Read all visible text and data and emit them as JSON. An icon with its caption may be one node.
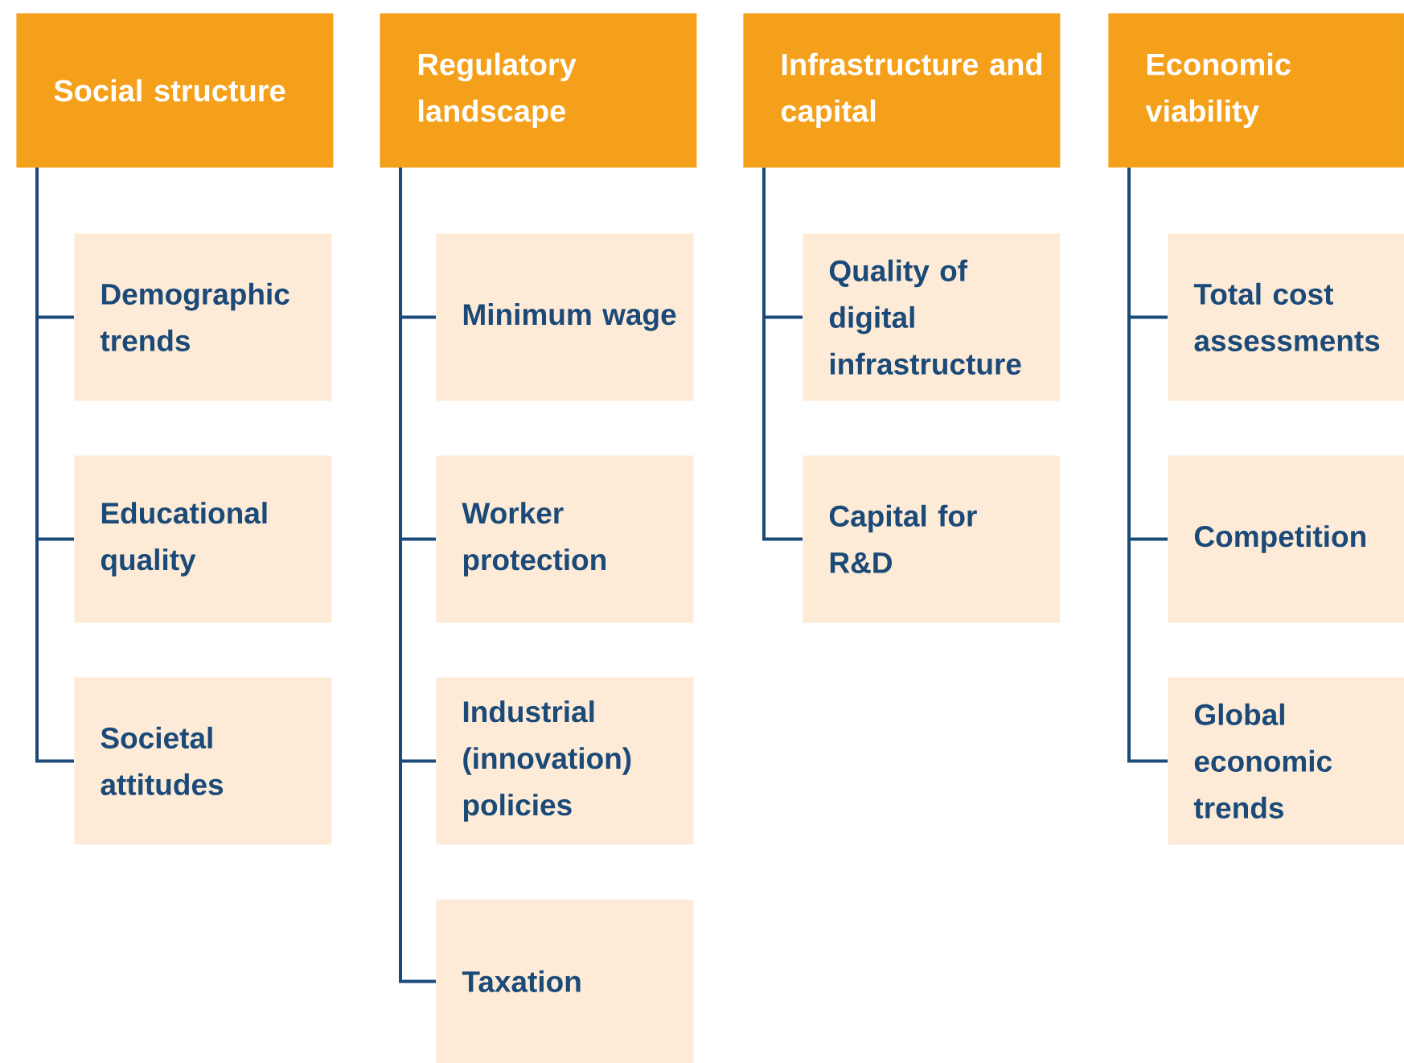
{
  "diagram": {
    "nodes": [
      {
        "text": [
          "Social structure"
        ]
      },
      {
        "text": [
          "Demographic trends"
        ]
      },
      {
        "text": [
          "Educational quality"
        ]
      },
      {
        "text": [
          "Societal attitudes"
        ]
      },
      {
        "text": [
          "Regulatory landscape"
        ]
      },
      {
        "text": [
          "Minimum wage"
        ]
      },
      {
        "text": [
          "Worker protection"
        ]
      },
      {
        "text": [
          "Industrial (innovation) policies"
        ]
      },
      {
        "text": [
          "Taxation"
        ]
      },
      {
        "text": [
          "Infrastructure and capital"
        ]
      },
      {
        "text": [
          "Quality of digital infrastructure"
        ]
      },
      {
        "text": [
          "Capital for R&D"
        ]
      },
      {
        "text": [
          "Economic viability"
        ]
      },
      {
        "text": [
          "Total cost assessments"
        ]
      },
      {
        "text": [
          "Competition"
        ]
      },
      {
        "text": [
          "Global economic trends"
        ]
      }
    ],
    "edges": [
      {
        "from": 0,
        "to": 1,
        "arrow": "none"
      },
      {
        "from": 0,
        "to": 2,
        "arrow": "none"
      },
      {
        "from": 0,
        "to": 3,
        "arrow": "none"
      },
      {
        "from": 4,
        "to": 5,
        "arrow": "none"
      },
      {
        "from": 4,
        "to": 6,
        "arrow": "none"
      },
      {
        "from": 4,
        "to": 7,
        "arrow": "none"
      },
      {
        "from": 4,
        "to": 8,
        "arrow": "none"
      },
      {
        "from": 9,
        "to": 10,
        "arrow": "none"
      },
      {
        "from": 9,
        "to": 11,
        "arrow": "none"
      },
      {
        "from": 12,
        "to": 13,
        "arrow": "none"
      },
      {
        "from": 12,
        "to": 14,
        "arrow": "none"
      },
      {
        "from": 12,
        "to": 15,
        "arrow": "none"
      }
    ]
  }
}
